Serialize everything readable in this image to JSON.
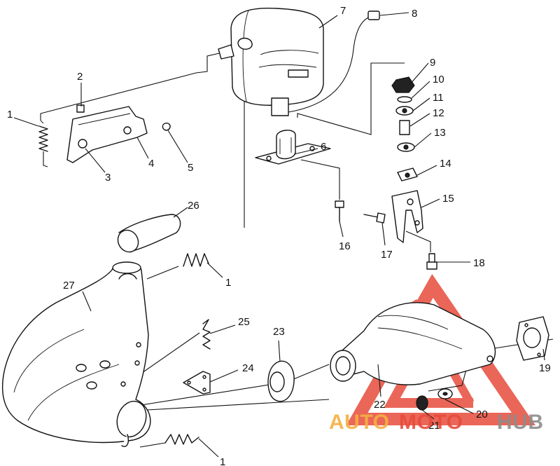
{
  "callouts": {
    "c1a": "1",
    "c1b": "1",
    "c1c": "1",
    "c2": "2",
    "c3": "3",
    "c4": "4",
    "c5": "5",
    "c6": "6",
    "c7": "7",
    "c8": "8",
    "c9": "9",
    "c10": "10",
    "c11": "11",
    "c12": "12",
    "c13": "13",
    "c14": "14",
    "c15": "15",
    "c16": "16",
    "c17": "17",
    "c18": "18",
    "c19": "19",
    "c20": "20",
    "c21": "21",
    "c22": "22",
    "c23": "23",
    "c24": "24",
    "c25": "25",
    "c26": "26",
    "c27": "27"
  },
  "watermark": {
    "word1": "AUTO",
    "word2": "MOTO",
    "word3": "HUB",
    "colors": {
      "orange": "#f5b041",
      "red": "#e74c3c",
      "gray": "#8c8c8c"
    }
  }
}
